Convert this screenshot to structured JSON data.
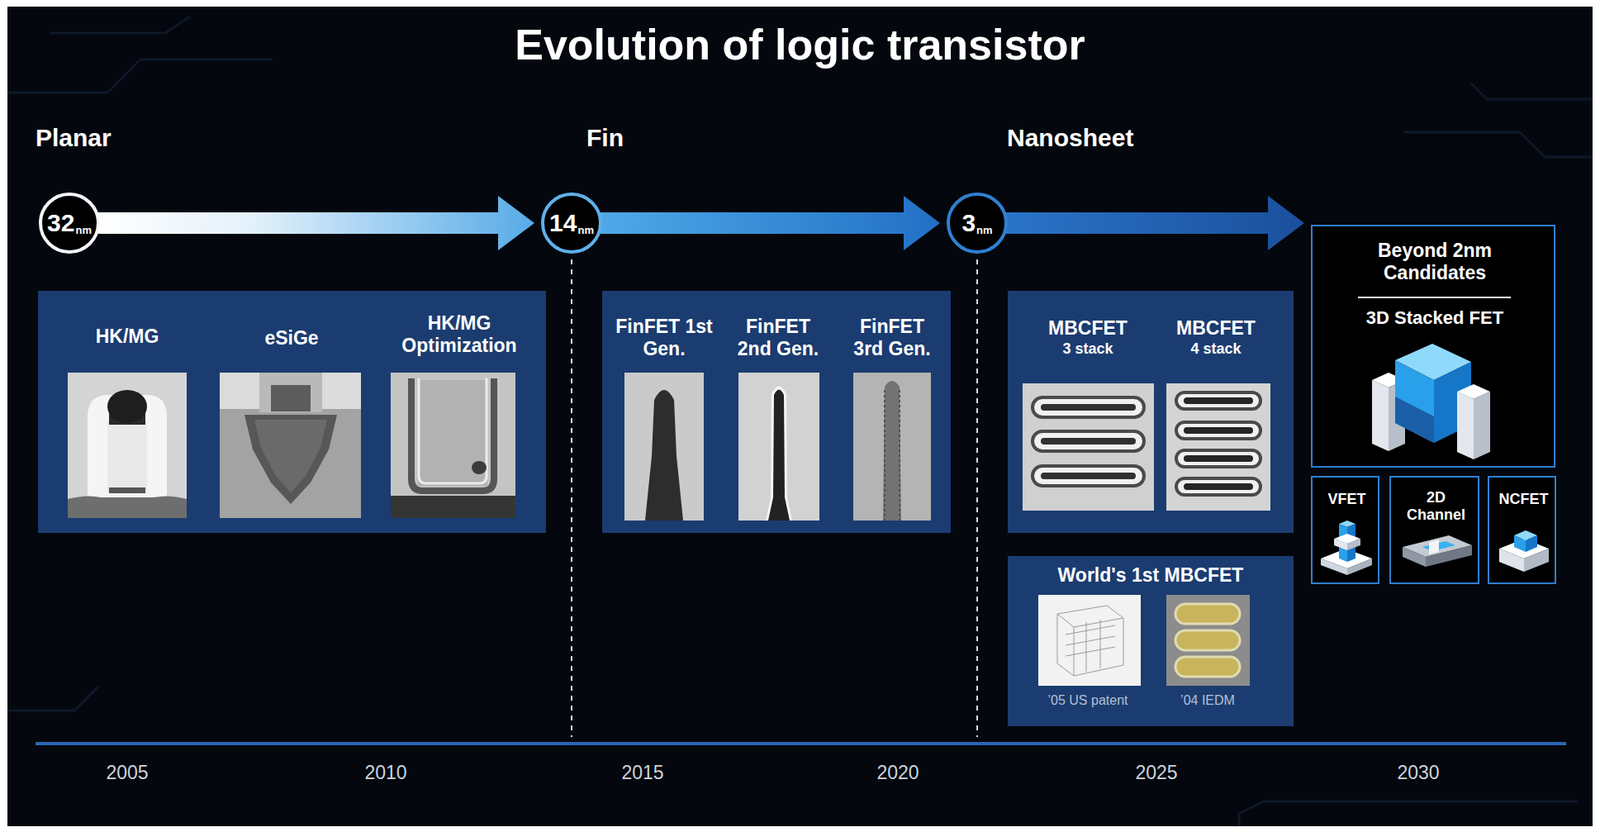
{
  "diagram": {
    "title": "Evolution of logic transistor",
    "nodes": [
      {
        "text": [
          "32",
          "nm"
        ]
      },
      {
        "text": [
          "HK/MG",
          "eSiGe",
          "HK/MG Optimization"
        ]
      },
      {
        "text": [
          "14",
          "nm"
        ]
      },
      {
        "text": [
          "FinFET 1st Gen.",
          "FinFET 2nd Gen.",
          "FinFET 3rd Gen."
        ]
      },
      {
        "text": [
          "3",
          "nm"
        ]
      },
      {
        "text": [
          "MBCFET",
          "3 stack",
          "MBCFET",
          "4 stack"
        ]
      },
      {
        "text": [
          "World's 1st MBCFET",
          "’05 US patent",
          "’04 IEDM"
        ]
      },
      {
        "text": [
          "Beyond 2nm Candidates",
          "3D Stacked FET"
        ]
      },
      {
        "text": [
          "VFET"
        ]
      },
      {
        "text": [
          "2D Channel"
        ]
      },
      {
        "text": [
          "NCFET"
        ]
      }
    ],
    "edges": [
      {
        "from": 0,
        "to": 2,
        "arrow": "to"
      },
      {
        "from": 2,
        "to": 4,
        "arrow": "to"
      },
      {
        "from": 4,
        "to": 7,
        "arrow": "to"
      }
    ],
    "labels": [
      "Planar",
      "Fin",
      "Nanosheet",
      "2005",
      "2010",
      "2015",
      "2020",
      "2025",
      "2030"
    ]
  }
}
